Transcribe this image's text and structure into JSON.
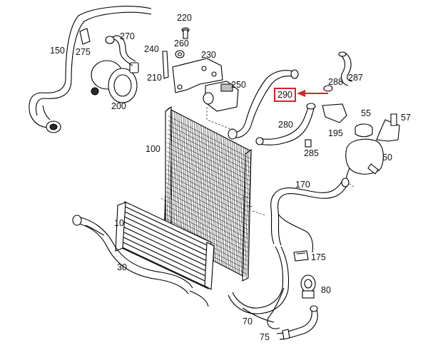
{
  "part_numbers": [
    "10",
    "30",
    "50",
    "55",
    "57",
    "70",
    "75",
    "80",
    "100",
    "150",
    "170",
    "175",
    "195",
    "200",
    "210",
    "220",
    "230",
    "240",
    "250",
    "260",
    "270",
    "275",
    "280",
    "285",
    "287",
    "288",
    "290"
  ],
  "highlighted_part": "290",
  "colors": {
    "highlight": "#d9232a",
    "line": "#000000",
    "background": "#ffffff"
  }
}
